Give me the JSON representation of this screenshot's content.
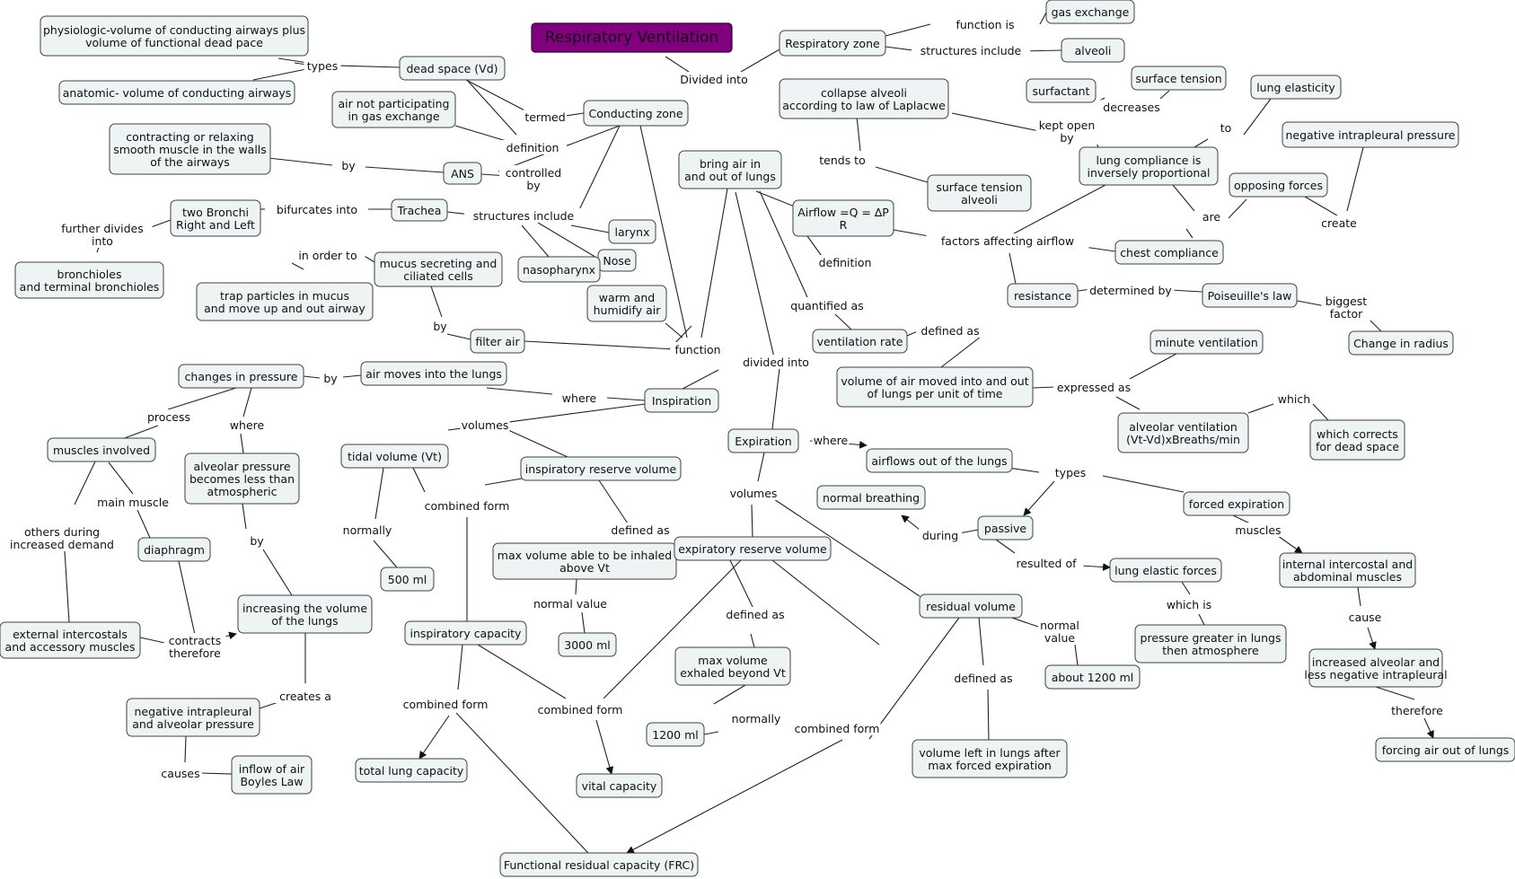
{
  "title": "Respiratory Ventilation",
  "nodes": [
    {
      "id": "title",
      "text": "Respiratory Ventilation"
    },
    {
      "id": "rz",
      "text": "Respiratory zone"
    },
    {
      "id": "gas",
      "text": "gas exchange"
    },
    {
      "id": "alv",
      "text": "alveoli"
    },
    {
      "id": "physio",
      "text": "physiologic-volume of conducting airways plus\nvolume of functional dead pace"
    },
    {
      "id": "anat",
      "text": "anatomic- volume of conducting airways"
    },
    {
      "id": "dead",
      "text": "dead space (Vd)"
    },
    {
      "id": "airnp",
      "text": "air not participating\nin gas exchange"
    },
    {
      "id": "cz",
      "text": "Conducting zone"
    },
    {
      "id": "contract",
      "text": "contracting or relaxing\nsmooth muscle in the walls\nof the airways"
    },
    {
      "id": "ans",
      "text": "ANS"
    },
    {
      "id": "trachea",
      "text": "Trachea"
    },
    {
      "id": "bronchi",
      "text": "two Bronchi\nRight and Left"
    },
    {
      "id": "bronchioles",
      "text": "bronchioles\nand terminal bronchioles"
    },
    {
      "id": "larynx",
      "text": "larynx"
    },
    {
      "id": "nose",
      "text": "Nose"
    },
    {
      "id": "naso",
      "text": "nasopharynx"
    },
    {
      "id": "mucus",
      "text": "mucus secreting and\nciliated cells"
    },
    {
      "id": "trap",
      "text": "trap particles in mucus\nand move up and out airway"
    },
    {
      "id": "warm",
      "text": "warm and\nhumidify air"
    },
    {
      "id": "filter",
      "text": "filter air"
    },
    {
      "id": "bringair",
      "text": "bring air in\nand out of lungs"
    },
    {
      "id": "airflow",
      "text": "Airflow =Q = ∆P\nR"
    },
    {
      "id": "collapse",
      "text": "collapse alveoli\naccording to law of Laplacwe"
    },
    {
      "id": "surfactant",
      "text": "surfactant"
    },
    {
      "id": "surftension",
      "text": "surface tension"
    },
    {
      "id": "lungelast",
      "text": "lung elasticity"
    },
    {
      "id": "compliance",
      "text": "lung compliance is\ninversely proportional"
    },
    {
      "id": "negintra",
      "text": "negative intrapleural pressure"
    },
    {
      "id": "opposing",
      "text": "opposing forces"
    },
    {
      "id": "stalv",
      "text": "surface tension\nalveoli"
    },
    {
      "id": "chestcomp",
      "text": "chest compliance"
    },
    {
      "id": "resistance",
      "text": "resistance"
    },
    {
      "id": "poiseuille",
      "text": "Poiseuille's law"
    },
    {
      "id": "radius",
      "text": "Change in radius"
    },
    {
      "id": "ventrate",
      "text": "ventilation rate"
    },
    {
      "id": "volair",
      "text": "volume of air moved into and out\nof lungs per unit of time"
    },
    {
      "id": "minvent",
      "text": "minute ventilation"
    },
    {
      "id": "alvvent",
      "text": "alveolar ventilation\n(Vt-Vd)xBreaths/min"
    },
    {
      "id": "corrects",
      "text": "which corrects\nfor dead space"
    },
    {
      "id": "chgpress",
      "text": "changes in pressure"
    },
    {
      "id": "airmoves",
      "text": "air moves into the lungs"
    },
    {
      "id": "insp",
      "text": "Inspiration"
    },
    {
      "id": "muscles",
      "text": "muscles involved"
    },
    {
      "id": "alvpress",
      "text": "alveolar pressure\nbecomes less than\natmospheric"
    },
    {
      "id": "tidal",
      "text": "tidal volume (Vt)"
    },
    {
      "id": "irv",
      "text": "inspiratory reserve volume"
    },
    {
      "id": "diaphragm",
      "text": "diaphragm"
    },
    {
      "id": "ml500",
      "text": "500 ml"
    },
    {
      "id": "maxinh",
      "text": "max volume able to be inhaled\nabove Vt"
    },
    {
      "id": "extint",
      "text": "external intercostals\nand accessory muscles"
    },
    {
      "id": "incvol",
      "text": "increasing the volume\nof the lungs"
    },
    {
      "id": "ml3000",
      "text": "3000 ml"
    },
    {
      "id": "inspcap",
      "text": "inspiratory capacity"
    },
    {
      "id": "negalv",
      "text": "negative intrapleural\nand alveolar pressure"
    },
    {
      "id": "inflow",
      "text": "inflow of air\nBoyles Law"
    },
    {
      "id": "tlc",
      "text": "total lung capacity"
    },
    {
      "id": "vc",
      "text": "vital capacity"
    },
    {
      "id": "frc",
      "text": "Functional residual capacity (FRC)"
    },
    {
      "id": "exp",
      "text": "Expiration"
    },
    {
      "id": "airout",
      "text": "airflows out of the lungs"
    },
    {
      "id": "erv",
      "text": "expiratory reserve volume"
    },
    {
      "id": "normbreath",
      "text": "normal breathing"
    },
    {
      "id": "passive",
      "text": "passive"
    },
    {
      "id": "forced",
      "text": "forced expiration"
    },
    {
      "id": "maxexh",
      "text": "max volume\nexhaled beyond Vt"
    },
    {
      "id": "ml1200",
      "text": "1200 ml"
    },
    {
      "id": "rv",
      "text": "residual volume"
    },
    {
      "id": "lungelastf",
      "text": "lung elastic forces"
    },
    {
      "id": "intintercost",
      "text": "internal intercostal and\nabdominal muscles"
    },
    {
      "id": "about1200",
      "text": "about 1200 ml"
    },
    {
      "id": "pressgreater",
      "text": "pressure greater in lungs\nthen atmosphere"
    },
    {
      "id": "incalv",
      "text": "increased alveolar and\nless negative intrapleural"
    },
    {
      "id": "volleft",
      "text": "volume left in lungs after\nmax forced expiration"
    },
    {
      "id": "forcing",
      "text": "forcing air out of lungs"
    }
  ],
  "links": [
    {
      "id": "function_is",
      "text": "function is"
    },
    {
      "id": "structures_include_rz",
      "text": "structures include"
    },
    {
      "id": "divided_into_top",
      "text": "Divided into"
    },
    {
      "id": "types_dead",
      "text": "types"
    },
    {
      "id": "termed",
      "text": "termed"
    },
    {
      "id": "definition_cz",
      "text": "definition"
    },
    {
      "id": "by_ans",
      "text": "by"
    },
    {
      "id": "controlled_by",
      "text": "controlled\nby"
    },
    {
      "id": "bifurcates",
      "text": "bifurcates into"
    },
    {
      "id": "further_divides",
      "text": "further divides\ninto"
    },
    {
      "id": "structures_include_cz",
      "text": "structures include"
    },
    {
      "id": "in_order_to",
      "text": "in order to"
    },
    {
      "id": "by_mucus",
      "text": "by"
    },
    {
      "id": "function_cz",
      "text": "function"
    },
    {
      "id": "tends_to",
      "text": "tends to"
    },
    {
      "id": "kept_open_by",
      "text": "kept open\nby"
    },
    {
      "id": "decreases",
      "text": "decreases"
    },
    {
      "id": "to_elast",
      "text": "to"
    },
    {
      "id": "are",
      "text": "are"
    },
    {
      "id": "create",
      "text": "create"
    },
    {
      "id": "definition_flow",
      "text": "definition"
    },
    {
      "id": "factors",
      "text": "factors affecting airflow"
    },
    {
      "id": "determined_by",
      "text": "determined by"
    },
    {
      "id": "biggest_factor",
      "text": "biggest\nfactor"
    },
    {
      "id": "quantified",
      "text": "quantified as"
    },
    {
      "id": "defined_as_vr",
      "text": "defined as"
    },
    {
      "id": "expressed",
      "text": "expressed as"
    },
    {
      "id": "which",
      "text": "which"
    },
    {
      "id": "divided_into_mid",
      "text": "divided into"
    },
    {
      "id": "by_press",
      "text": "by"
    },
    {
      "id": "where_insp",
      "text": "where"
    },
    {
      "id": "process",
      "text": "process"
    },
    {
      "id": "where_press",
      "text": "where"
    },
    {
      "id": "volumes_insp",
      "text": "volumes"
    },
    {
      "id": "main_muscle",
      "text": "main muscle"
    },
    {
      "id": "others_demand",
      "text": "others during\nincreased demand"
    },
    {
      "id": "by_alv",
      "text": "by"
    },
    {
      "id": "normally_tidal",
      "text": "normally"
    },
    {
      "id": "combined_tidal",
      "text": "combined form"
    },
    {
      "id": "defined_as_irv",
      "text": "defined as"
    },
    {
      "id": "normal_value_irv",
      "text": "normal value"
    },
    {
      "id": "contracts",
      "text": "contracts\ntherefore"
    },
    {
      "id": "creates",
      "text": "creates a"
    },
    {
      "id": "causes",
      "text": "causes"
    },
    {
      "id": "combined_ic",
      "text": "combined form"
    },
    {
      "id": "combined_vc",
      "text": "combined form"
    },
    {
      "id": "combined_frc",
      "text": "combined form"
    },
    {
      "id": "where_exp",
      "text": "where"
    },
    {
      "id": "volumes_exp",
      "text": "volumes"
    },
    {
      "id": "types_exp",
      "text": "types"
    },
    {
      "id": "during",
      "text": "during"
    },
    {
      "id": "resulted",
      "text": "resulted of"
    },
    {
      "id": "muscles_forced",
      "text": "muscles"
    },
    {
      "id": "defined_as_erv",
      "text": "defined as"
    },
    {
      "id": "normally_erv",
      "text": "normally"
    },
    {
      "id": "which_is",
      "text": "which is"
    },
    {
      "id": "normal_value_rv",
      "text": "normal\nvalue"
    },
    {
      "id": "defined_as_rv",
      "text": "defined as"
    },
    {
      "id": "cause",
      "text": "cause"
    },
    {
      "id": "therefore",
      "text": "therefore"
    }
  ]
}
